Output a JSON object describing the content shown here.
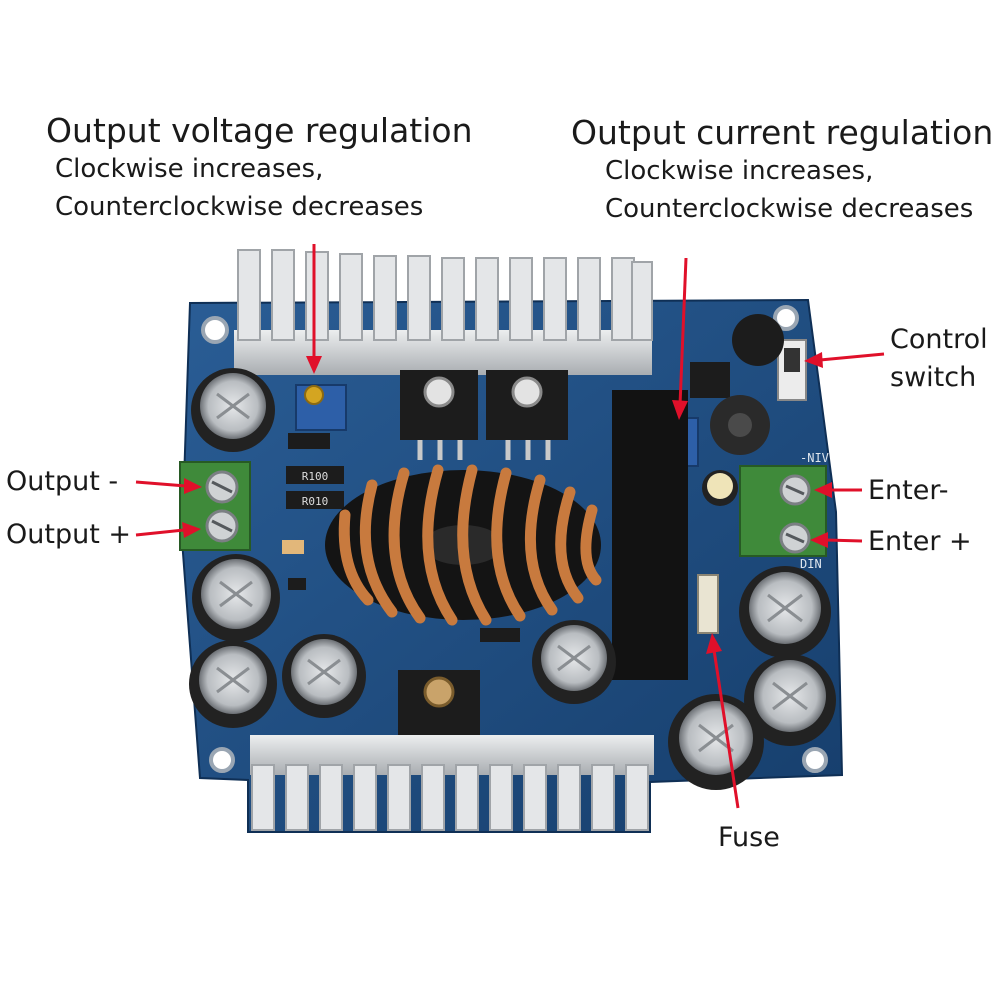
{
  "labels": {
    "voltage_title": "Output voltage regulation",
    "voltage_line1": "Clockwise increases,",
    "voltage_line2": "Counterclockwise decreases",
    "current_title": "Output current regulation",
    "current_line1": "Clockwise increases,",
    "current_line2": "Counterclockwise decreases",
    "control_line1": "Control",
    "control_line2": "switch",
    "output_minus": "Output -",
    "output_plus": "Output +",
    "enter_minus": "Enter-",
    "enter_plus": "Enter +",
    "fuse": "Fuse"
  },
  "component_marks": {
    "resistor_1": "R100",
    "resistor_2": "R010",
    "input_marking": "-NIV",
    "output_marking": "DIN"
  },
  "colors": {
    "pcb": "#1f4f86",
    "heatsink": "#d2d4d6",
    "terminal": "#3f8a3a",
    "copper": "#c87a3e",
    "capacitor": "#222222",
    "arrow": "#e0102a"
  }
}
